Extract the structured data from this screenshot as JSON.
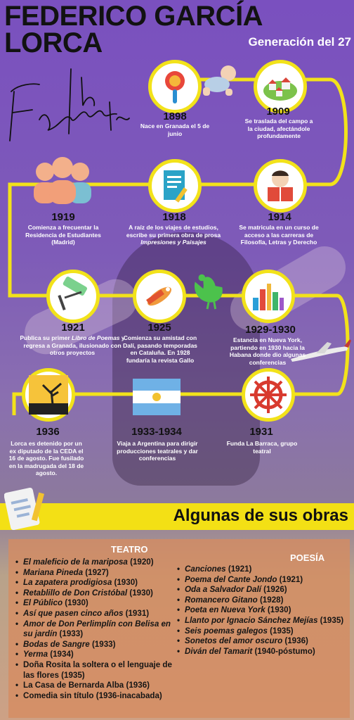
{
  "header": {
    "title_line1": "FEDERICO GARCÍA",
    "title_line2": "LORCA",
    "subtitle": "Generación del 27"
  },
  "timeline": [
    {
      "year": "1898",
      "text": "Nace en Granada el 5 de junio",
      "icon": "rattle-icon"
    },
    {
      "year": "1909",
      "text": "Se traslada del campo a la ciudad, afectándole profundamente",
      "icon": "village-icon"
    },
    {
      "year": "1914",
      "text": "Se matricula en un curso de acceso a las carreras de Filosofía, Letras y Derecho",
      "icon": "student-reading-icon"
    },
    {
      "year": "1918",
      "text_a": "A raíz de los viajes de estudios, escribe su primera obra de prosa",
      "text_b": "Impresiones y Paisajes",
      "icon": "document-pen-icon"
    },
    {
      "year": "1919",
      "text": "Comienza a frecuentar la Residencia de Estudiantes (Madrid)",
      "icon": "people-icon"
    },
    {
      "year": "1921",
      "text_a": "Publica su primer",
      "text_b": "Libro de Poemas",
      "text_c": "y regresa a Granada, ilusionado con otros proyectos",
      "icon": "paint-roller-icon"
    },
    {
      "year": "1925",
      "text": "Comienza su amistad con Dalí, pasando temporadas en Cataluña. En 1928 fundaría la revista Gallo",
      "icon": "airplane-icon"
    },
    {
      "year": "1929-1930",
      "text": "Estancia en Nueva York, partiendo en 1930 hacia la Habana donde dio algunas conferencias",
      "icon": "city-icon"
    },
    {
      "year": "1931",
      "text": "Funda La Barraca, grupo teatral",
      "icon": "ship-wheel-icon"
    },
    {
      "year": "1933-1934",
      "text": "Viaja a Argentina para dirigir producciones teatrales y dar conferencias",
      "icon": "argentina-flag-icon"
    },
    {
      "year": "1936",
      "text": "Lorca es detenido por un ex diputado de la CEDA el 16 de agosto. Fue fusilado en la madrugada del 18 de agosto.",
      "icon": "tree-sunset-icon"
    }
  ],
  "obras": {
    "heading": "Algunas de sus obras",
    "teatro_title": "TEATRO",
    "poesia_title": "POESÍA",
    "teatro": [
      {
        "name": "El maleficio de la mariposa",
        "date": "(1920)",
        "italic": true
      },
      {
        "name": "Mariana Pineda",
        "date": "(1927)",
        "italic": true
      },
      {
        "name": "La zapatera prodigiosa",
        "date": "(1930)",
        "italic": true
      },
      {
        "name": "Retablillo de Don Cristóbal",
        "date": "(1930)",
        "italic": true
      },
      {
        "name": "El Público",
        "date": "(1930)",
        "italic": true
      },
      {
        "name": "Así que pasen cinco años",
        "date": "(1931)",
        "italic": true
      },
      {
        "name": "Amor de Don Perlimplín con Belisa en su jardín",
        "date": "(1933)",
        "italic": true
      },
      {
        "name": "Bodas de Sangre",
        "date": "(1933)",
        "italic": true
      },
      {
        "name": "Yerma",
        "date": "(1934)",
        "italic": true
      },
      {
        "name": "Doña Rosita la soltera o el lenguaje de las flores",
        "date": "(1935)",
        "italic": false
      },
      {
        "name": "La Casa de Bernarda Alba",
        "date": "(1936)",
        "italic": false
      },
      {
        "name": "Comedia sin título",
        "date": "(1936-inacabada)",
        "italic": false
      }
    ],
    "poesia": [
      {
        "name": "Canciones",
        "date": "(1921)"
      },
      {
        "name": "Poema del Cante Jondo",
        "date": "(1921)"
      },
      {
        "name": "Oda a Salvador Dalí",
        "date": "(1926)"
      },
      {
        "name": "Romancero Gitano",
        "date": "(1928)"
      },
      {
        "name": "Poeta en Nueva York",
        "date": "(1930)"
      },
      {
        "name": "Llanto por Ignacio Sánchez Mejías",
        "date": "(1935)"
      },
      {
        "name": "Seis poemas galegos",
        "date": "(1935)"
      },
      {
        "name": "Sonetos del amor oscuro",
        "date": "(1936)"
      },
      {
        "name": "Diván del Tamarit",
        "date": "(1940-póstumo)"
      }
    ]
  },
  "colors": {
    "accent": "#f2e21a",
    "purple": "#7a50bf",
    "panel": "#d68c60"
  }
}
